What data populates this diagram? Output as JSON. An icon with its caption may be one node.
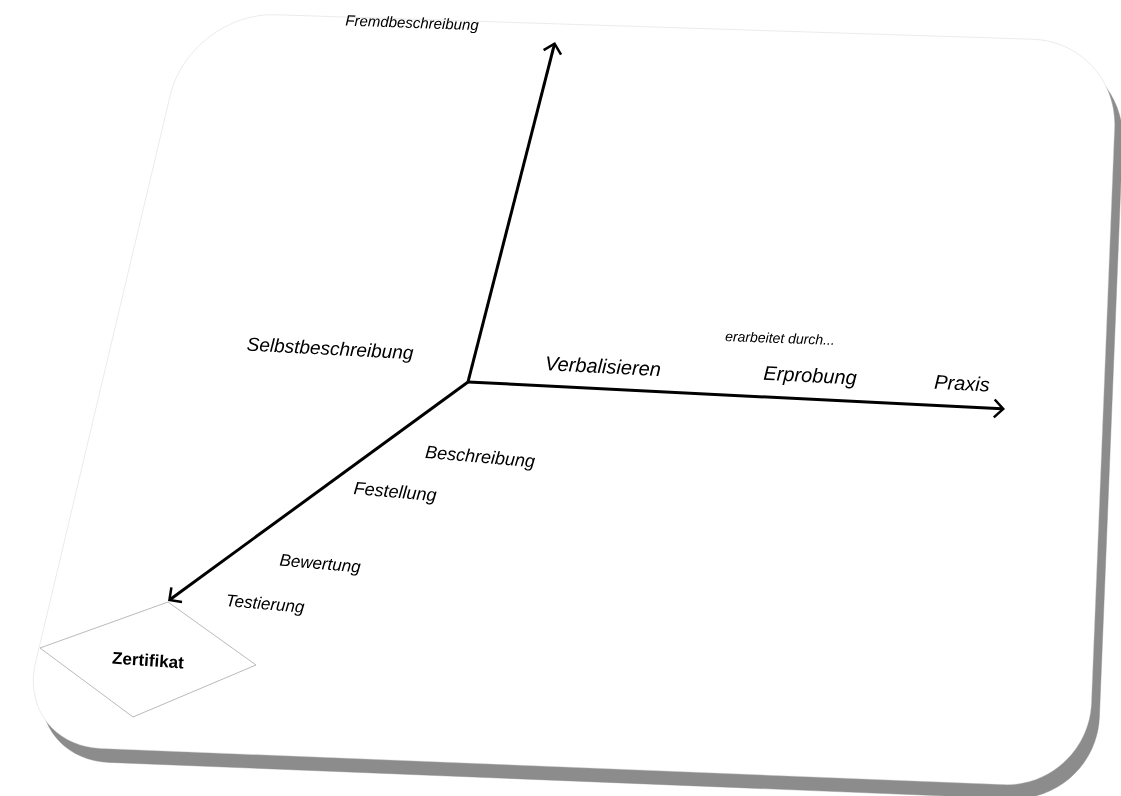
{
  "diagram": {
    "nodes": [
      {
        "text": [
          "Zertifikat"
        ]
      }
    ],
    "labels": [
      "Fremdbeschreibung",
      "erarbeitet durch...",
      "Selbstbeschreibung",
      "Verbalisieren",
      "Erprobung",
      "Praxis",
      "Beschreibung",
      "Festellung",
      "Bewertung",
      "Testierung"
    ]
  }
}
